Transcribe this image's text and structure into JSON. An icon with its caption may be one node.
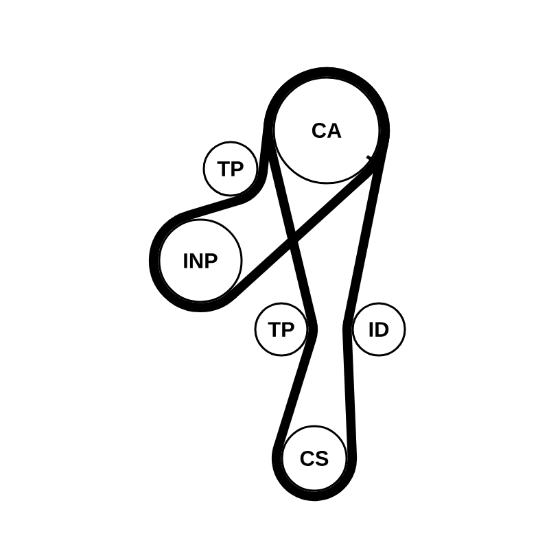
{
  "diagram": {
    "nodes": [
      {
        "text": [
          "CA"
        ]
      },
      {
        "text": [
          "TP"
        ]
      },
      {
        "text": [
          "INP"
        ]
      },
      {
        "text": [
          "TP"
        ]
      },
      {
        "text": [
          "ID"
        ]
      },
      {
        "text": [
          "CS"
        ]
      }
    ],
    "edges": [
      {
        "from": 0,
        "to": 4,
        "arrow": "none"
      },
      {
        "from": 4,
        "to": 5,
        "arrow": "none"
      },
      {
        "from": 5,
        "to": 3,
        "arrow": "none"
      },
      {
        "from": 3,
        "to": 0,
        "arrow": "none"
      },
      {
        "from": 2,
        "to": 1,
        "arrow": "none"
      },
      {
        "from": 1,
        "to": 0,
        "arrow": "none"
      },
      {
        "from": 0,
        "to": 2,
        "arrow": "none"
      }
    ]
  }
}
